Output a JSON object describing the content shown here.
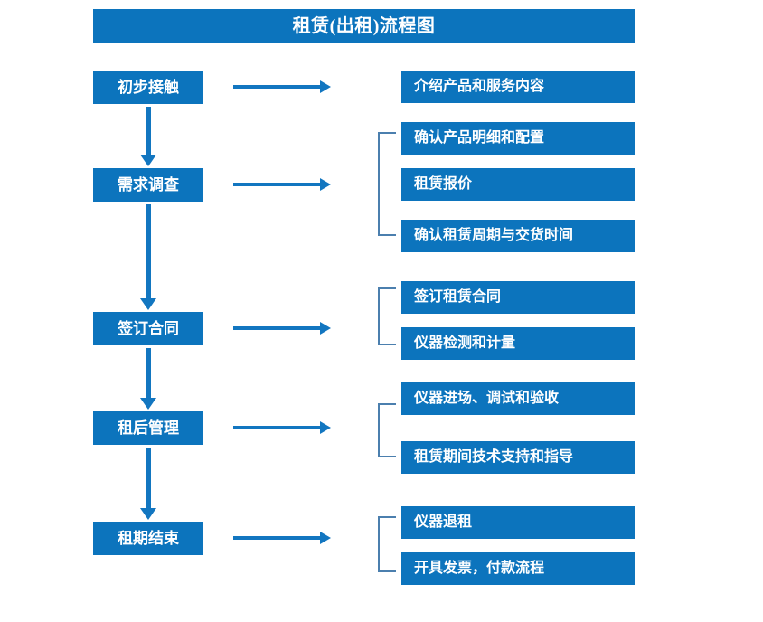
{
  "diagram": {
    "title": "租赁(出租)流程图",
    "accent_color": "#0C74BD",
    "arrow_color": "#1276C0",
    "bracket_color": "#4B7FAE",
    "background_color": "#FFFFFF"
  },
  "stages": [
    {
      "label": "初步接触"
    },
    {
      "label": "需求调查"
    },
    {
      "label": "签订合同"
    },
    {
      "label": "租后管理"
    },
    {
      "label": "租期结束"
    }
  ],
  "details": [
    {
      "label": "介绍产品和服务内容"
    },
    {
      "label": "确认产品明细和配置"
    },
    {
      "label": "租赁报价"
    },
    {
      "label": "确认租赁周期与交货时间"
    },
    {
      "label": "签订租赁合同"
    },
    {
      "label": "仪器检测和计量"
    },
    {
      "label": "仪器进场、调试和验收"
    },
    {
      "label": "租赁期间技术支持和指导"
    },
    {
      "label": "仪器退租"
    },
    {
      "label": "开具发票，付款流程"
    }
  ],
  "groups": [
    {
      "name": "需求调查-group"
    },
    {
      "name": "签订合同-group"
    },
    {
      "name": "租后管理-group"
    },
    {
      "name": "租期结束-group"
    }
  ]
}
